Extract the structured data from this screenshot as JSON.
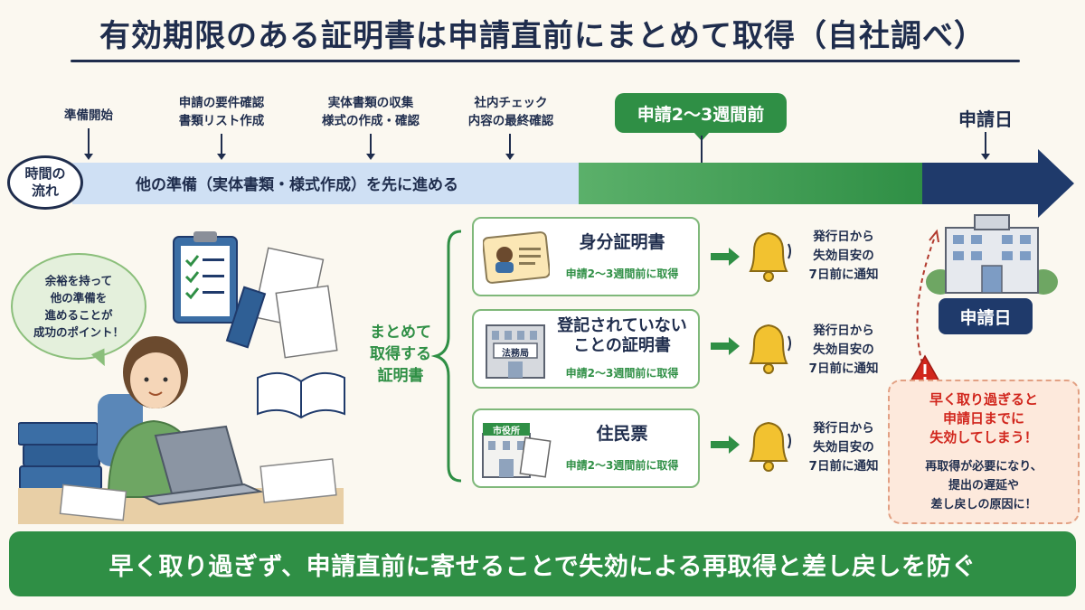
{
  "title": "有効期限のある証明書は申請直前にまとめて取得（自社調べ）",
  "timeline": {
    "stages": [
      {
        "lines": [
          "準備開始"
        ]
      },
      {
        "lines": [
          "申請の要件確認",
          "書類リスト作成"
        ]
      },
      {
        "lines": [
          "実体書類の収集",
          "様式の作成・確認"
        ]
      },
      {
        "lines": [
          "社内チェック",
          "内容の最終確認"
        ]
      }
    ],
    "time_label": [
      "時間の",
      "流れ"
    ],
    "band_text": "他の準備（実体書類・様式作成）を先に進める",
    "green_tag": "申請2〜3週間前",
    "application_day": "申請日"
  },
  "bubble": [
    "余裕を持って",
    "他の準備を",
    "進めることが",
    "成功のポイント！"
  ],
  "group_label": [
    "まとめて",
    "取得する",
    "証明書"
  ],
  "cards": [
    {
      "title": [
        "身分証明書"
      ],
      "sub": "申請2〜3週間前に取得",
      "notice": [
        "発行日から",
        "失効目安の",
        "7日前に通知"
      ]
    },
    {
      "title": [
        "登記されていない",
        "ことの証明書"
      ],
      "sub": "申請2〜3週間前に取得",
      "notice": [
        "発行日から",
        "失効目安の",
        "7日前に通知"
      ],
      "icon_text": "法務局"
    },
    {
      "title": [
        "住民票"
      ],
      "sub": "申請2〜3週間前に取得",
      "notice": [
        "発行日から",
        "失効目安の",
        "7日前に通知"
      ],
      "icon_text": "市役所"
    }
  ],
  "building_label": "申請日",
  "warning": {
    "main": [
      "早く取り過ぎると",
      "申請日までに",
      "失効してしまう！"
    ],
    "sub": [
      "再取得が必要になり、",
      "提出の遅延や",
      "差し戻しの原因に！"
    ]
  },
  "banner": "早く取り過ぎず、申請直前に寄せることで失効による再取得と差し戻しを防ぐ",
  "colors": {
    "navy": "#1f3a6b",
    "green": "#2f8f45",
    "light_blue": "#cfe0f4",
    "warning_red": "#d1261d"
  }
}
